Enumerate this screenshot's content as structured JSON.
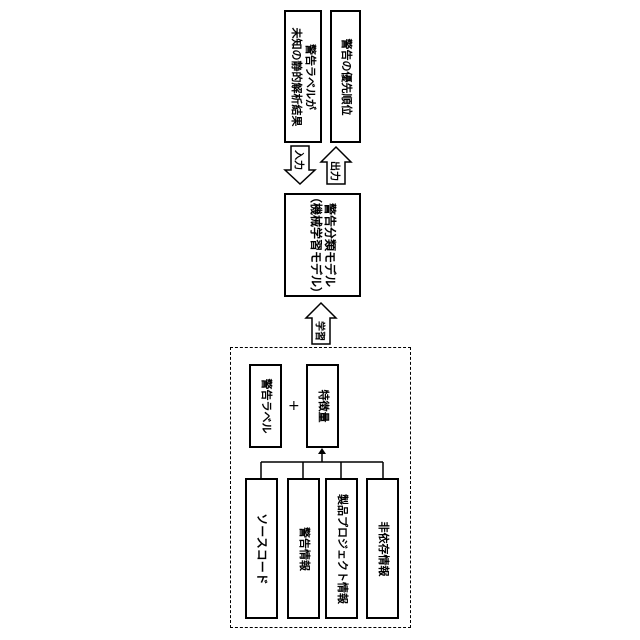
{
  "top": {
    "warning_label_line1": "警告ラベルが",
    "warning_label_line2": "未知の静的解析結果",
    "priority": "警告の優先順位"
  },
  "arrows": {
    "input": "入力",
    "output": "出力",
    "learn": "学習"
  },
  "model": {
    "line1": "警告分類モデル",
    "line2": "（機械学習モデル）"
  },
  "training": {
    "warning_label": "警告ラベル",
    "plus": "+",
    "feature": "特徴量"
  },
  "sources": {
    "source_code": "ソースコード",
    "warning_info": "警告情報",
    "project_info": "製品プロジェクト情報",
    "dependency_info": "非依存情報"
  }
}
